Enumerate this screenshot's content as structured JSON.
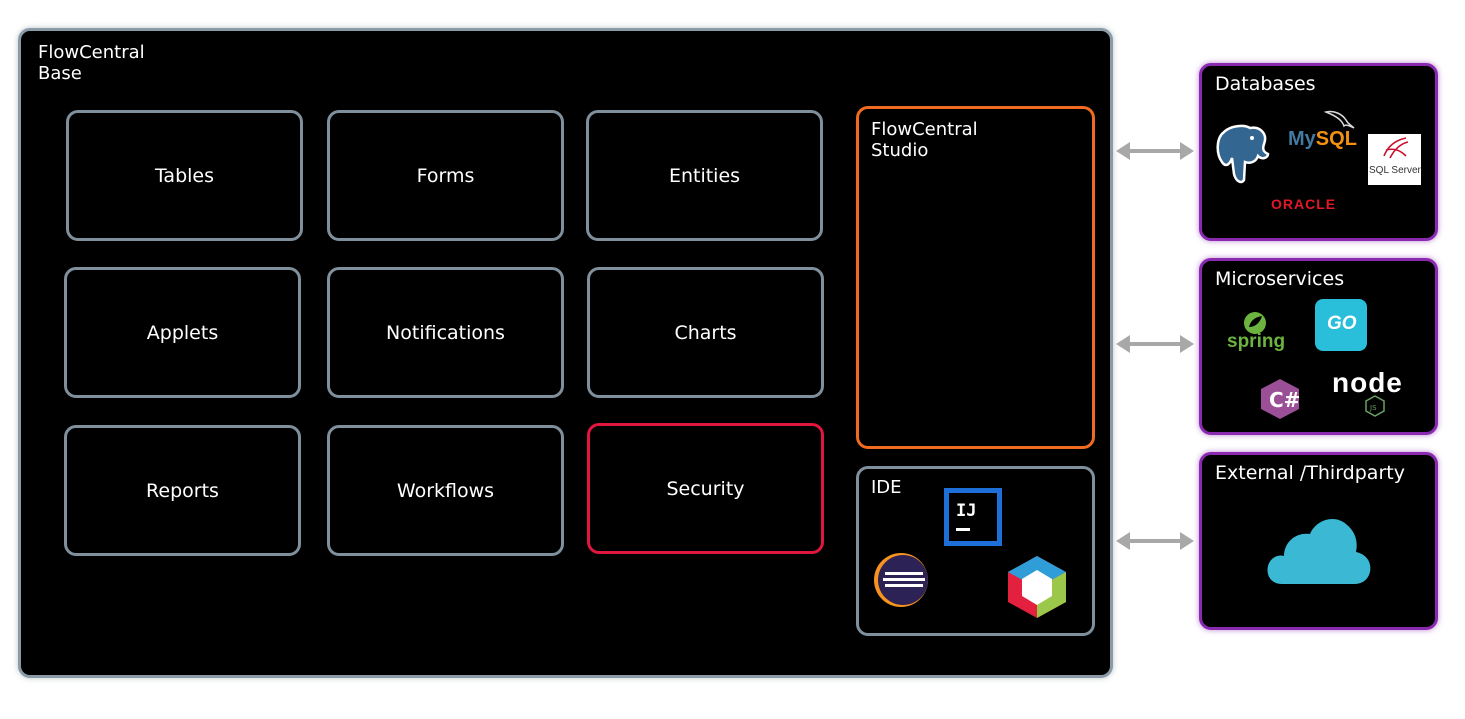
{
  "base": {
    "title_line1": "FlowCentral",
    "title_line2": "Base"
  },
  "modules": [
    {
      "label": "Tables"
    },
    {
      "label": "Forms"
    },
    {
      "label": "Entities"
    },
    {
      "label": "Applets"
    },
    {
      "label": "Notifications"
    },
    {
      "label": "Charts"
    },
    {
      "label": "Reports"
    },
    {
      "label": "Workflows"
    },
    {
      "label": "Security"
    }
  ],
  "studio": {
    "title_line1": "FlowCentral",
    "title_line2": "Studio"
  },
  "ide": {
    "title": "IDE",
    "icons": [
      "intellij-icon",
      "eclipse-icon",
      "netbeans-icon"
    ],
    "intellij_text": "IJ"
  },
  "databases": {
    "title": "Databases",
    "mysql_text": "MySQL",
    "sqlserver_text": "SQL Server",
    "oracle_text": "ORACLE",
    "icons": [
      "postgresql-icon",
      "mysql-icon",
      "sql-server-icon",
      "oracle-icon"
    ]
  },
  "microservices": {
    "title": "Microservices",
    "spring_text": "spring",
    "go_text": "GO",
    "csharp_text": "C#",
    "node_text": "node",
    "node_sub": "JS",
    "icons": [
      "spring-icon",
      "go-icon",
      "csharp-icon",
      "nodejs-icon"
    ]
  },
  "external": {
    "title": "External /Thirdparty",
    "icons": [
      "cloud-icon"
    ]
  },
  "colors": {
    "module_border": "#7f8f9b",
    "security_border": "#e0163f",
    "studio_border": "#f06a1f",
    "external_border": "#8a2ab0",
    "background": "#000000"
  }
}
